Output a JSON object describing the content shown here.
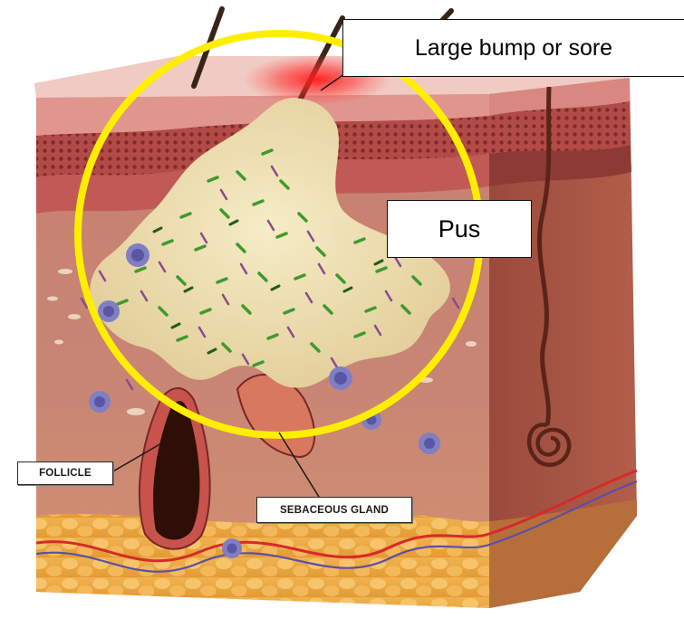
{
  "labels": {
    "bump": "Large bump or sore",
    "pus": "Pus",
    "follicle": "FOLLICLE",
    "sebaceous": "SEBACEOUS GLAND"
  },
  "colors": {
    "highlight_ring": "#ffee00",
    "inflammation": "#e8202a",
    "pus": "#ecdcaa",
    "epidermis": "#f0c0b8",
    "dermis": "#c87f72",
    "fat": "#e8a848"
  }
}
